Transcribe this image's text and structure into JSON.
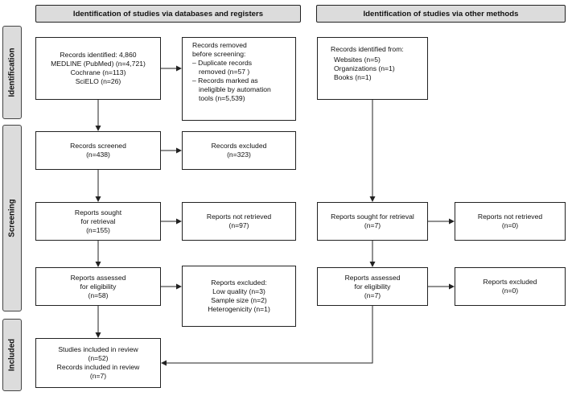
{
  "headers": {
    "databases": "Identification of studies via databases and registers",
    "other": "Identification of studies via other methods"
  },
  "phases": {
    "identification": "Identification",
    "screening": "Screening",
    "included": "Included"
  },
  "db": {
    "identified": [
      "Records identified: 4,860",
      "MEDLINE (PubMed) (n=4,721)",
      "Cochrane (n=113)",
      "SciELO (n=26)"
    ],
    "removed": {
      "title": "Records removed",
      "title2": "before screening:",
      "b1a": "– Duplicate records",
      "b1b": "removed (n=57 )",
      "b2a": "– Records marked as",
      "b2b": "ineligible by automation",
      "b2c": "tools (n=5,539)"
    },
    "screened": [
      "Records screened",
      "(n=438)"
    ],
    "excluded": [
      "Records excluded",
      "(n=323)"
    ],
    "sought": [
      "Reports sought",
      "for retrieval",
      "(n=155)"
    ],
    "not_retrieved": [
      "Reports not retrieved",
      "(n=97)"
    ],
    "assessed": [
      "Reports assessed",
      "for eligibility",
      "(n=58)"
    ],
    "reports_excluded": [
      "Reports excluded:",
      "Low quality (n=3)",
      "Sample size (n=2)",
      "Heterogenicity (n=1)"
    ],
    "included": [
      "Studies included in review",
      "(n=52)",
      "Records included in review",
      "(n=7)"
    ]
  },
  "other": {
    "identified": [
      "Records identified from:",
      "Websites (n=5)",
      "Organizations (n=1)",
      "Books (n=1)"
    ],
    "sought": [
      "Reports sought for retrieval",
      "(n=7)"
    ],
    "not_retrieved": [
      "Reports not retrieved",
      "(n=0)"
    ],
    "assessed": [
      "Reports assessed",
      "for eligibility",
      "(n=7)"
    ],
    "excluded": [
      "Reports excluded",
      "(n=0)"
    ]
  }
}
